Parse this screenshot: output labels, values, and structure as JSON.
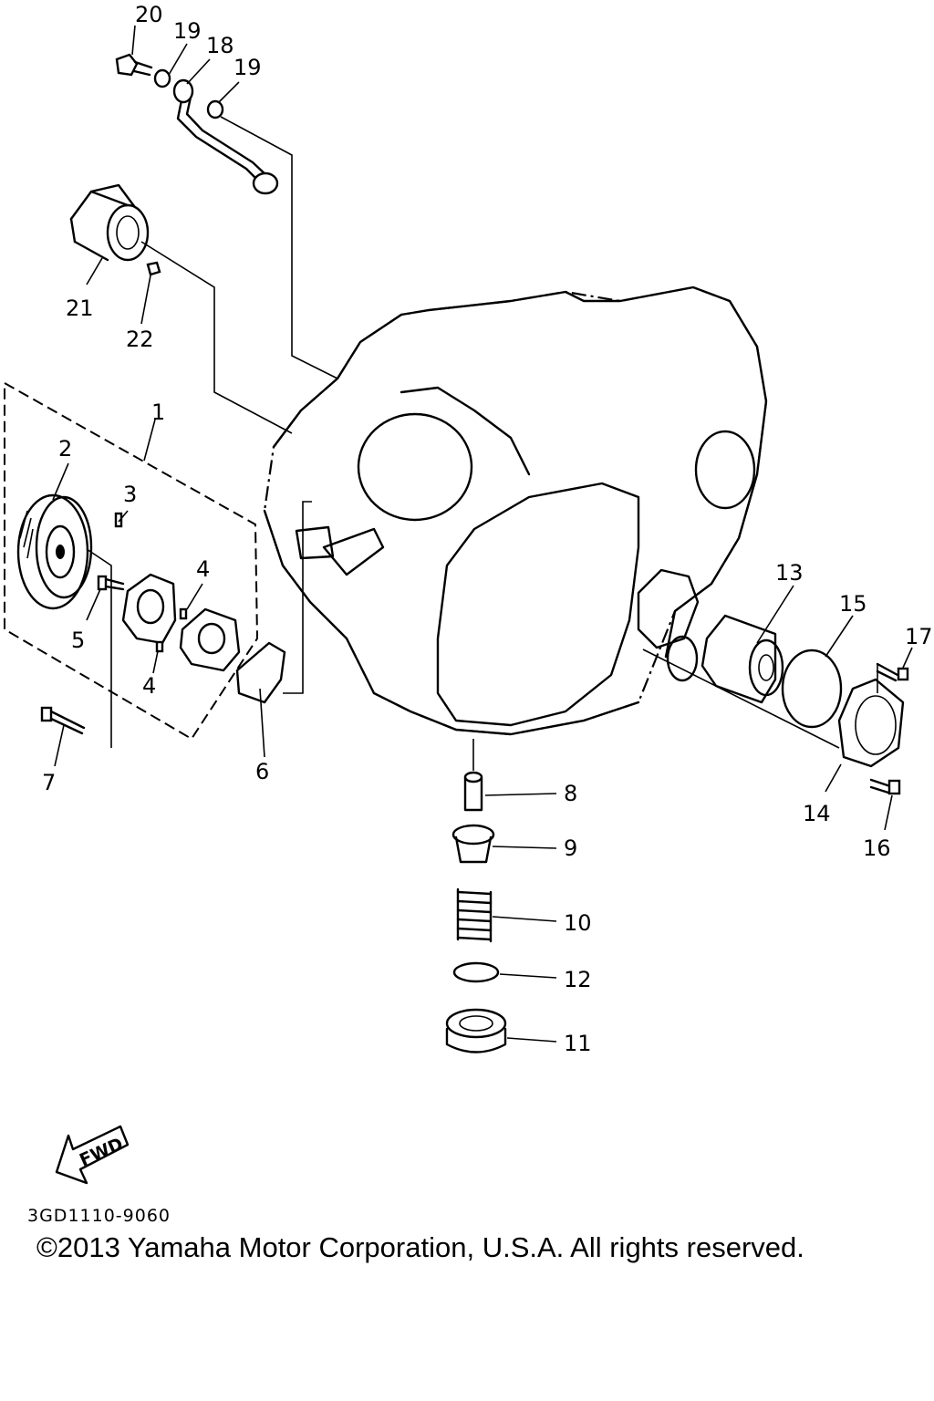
{
  "diagram": {
    "callouts": {
      "c1": "1",
      "c2": "2",
      "c3": "3",
      "c4a": "4",
      "c4b": "4",
      "c5": "5",
      "c6": "6",
      "c7": "7",
      "c8": "8",
      "c9": "9",
      "c10": "10",
      "c11": "11",
      "c12": "12",
      "c13": "13",
      "c14": "14",
      "c15": "15",
      "c16": "16",
      "c17": "17",
      "c18": "18",
      "c19a": "19",
      "c19b": "19",
      "c20": "20",
      "c21": "21",
      "c22": "22"
    },
    "fwd_label": "FWD",
    "drawing_code": "3GD1110-9060"
  },
  "footer": {
    "copyright": "©2013 Yamaha Motor Corporation, U.S.A. All rights reserved."
  }
}
